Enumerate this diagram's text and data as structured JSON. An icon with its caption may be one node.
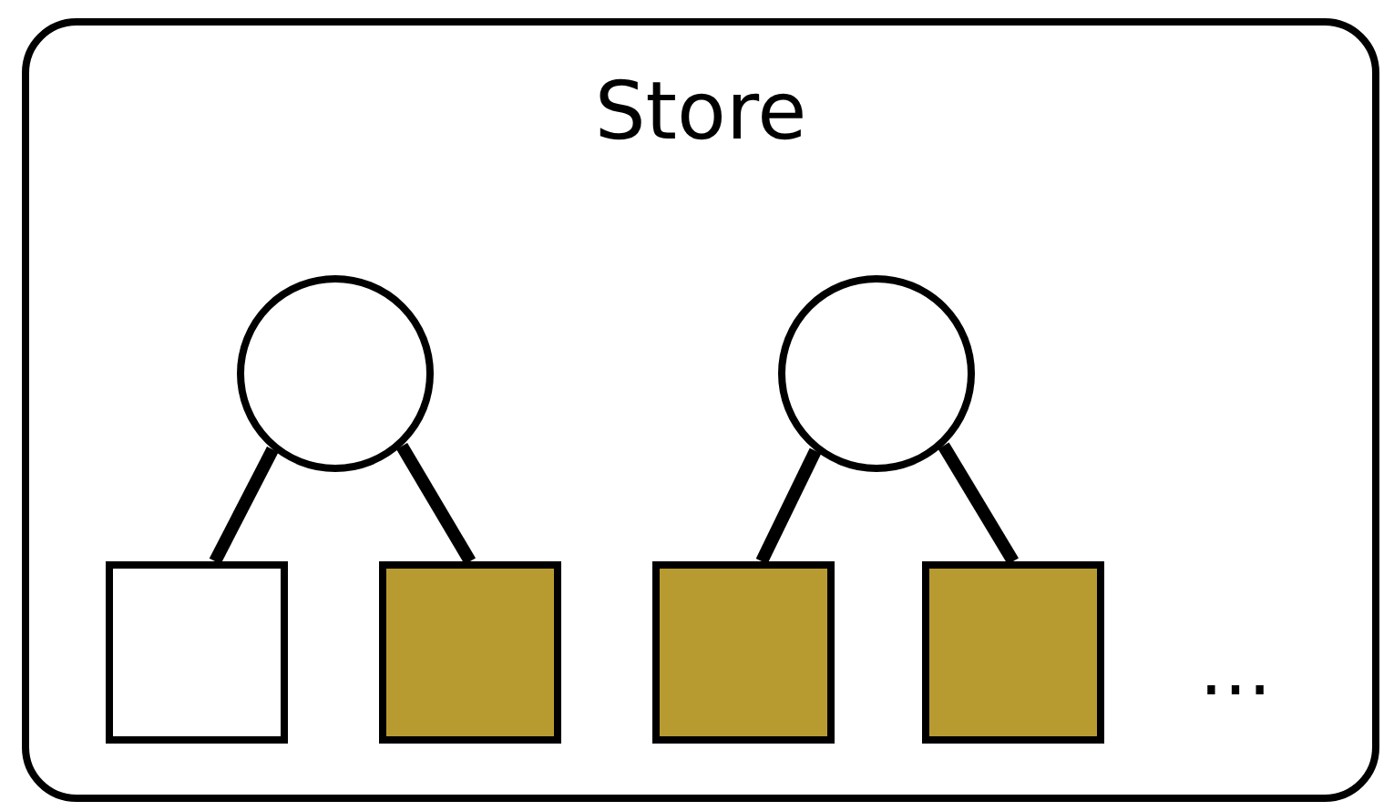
{
  "diagram": {
    "nodes": [
      {
        "text": [
          "Store"
        ]
      },
      {
        "text": [],
        "shape": "circle",
        "in": 0
      },
      {
        "text": [],
        "shape": "circle",
        "in": 0
      },
      {
        "text": [],
        "shape": "box",
        "in": 0
      },
      {
        "text": [],
        "shape": "box",
        "in": 0
      },
      {
        "text": [],
        "shape": "box",
        "in": 0
      },
      {
        "text": [],
        "shape": "box",
        "in": 0
      }
    ],
    "edges": [
      {
        "from": 1,
        "to": 3,
        "arrow": "none"
      },
      {
        "from": 1,
        "to": 4,
        "arrow": "none"
      },
      {
        "from": 2,
        "to": 5,
        "arrow": "none"
      },
      {
        "from": 2,
        "to": 6,
        "arrow": "none"
      }
    ],
    "labels": [
      "…"
    ]
  }
}
